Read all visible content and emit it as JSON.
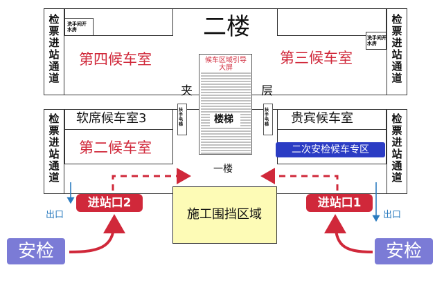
{
  "floor2": {
    "title": "二楼",
    "mezzanine_left": "夹",
    "mezzanine_right": "层",
    "left_channel": "检票进站通道",
    "right_channel": "检票进站通道",
    "left_wash": "洗手间开水房",
    "right_wash": "洗手间开水房",
    "room_left": "第四候车室",
    "room_right": "第三候车室",
    "screen_label": "候车区域引导大屏"
  },
  "floor1": {
    "title": "一楼",
    "left_channel": "检票进站通道",
    "right_channel": "检票进站通道",
    "soft_seat": "软席候车室3",
    "vip": "贵宾候车室",
    "room_second": "第二候车室",
    "second_check": "二次安检候车专区",
    "stairs": "楼梯",
    "escalator_left": "扶手电梯",
    "escalator_right": "扶手电梯",
    "construction": "施工围挡区域",
    "entrance_left": "进站口2",
    "entrance_right": "进站口1",
    "exit_left": "出口",
    "exit_right": "出口",
    "security_left": "安检",
    "security_right": "安检"
  },
  "colors": {
    "accent_red": "#d0283a",
    "entrance_fill": "#d0283a",
    "construction_fill": "#fdfbb6",
    "second_check_fill": "#2b3cc4",
    "security_fill": "#7b7bd6",
    "exit_blue": "#2a7bbf"
  }
}
